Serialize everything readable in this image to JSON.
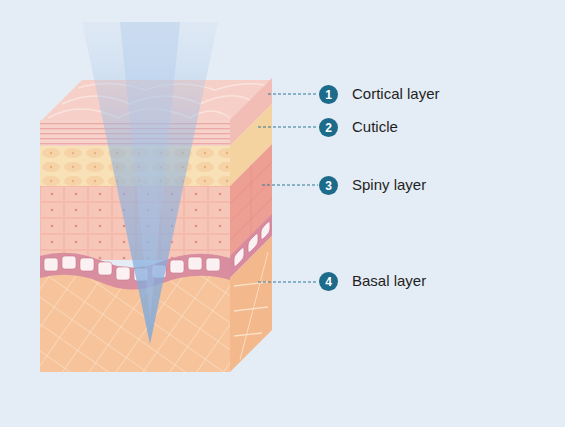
{
  "diagram": {
    "nodes": [
      {
        "text": [
          "1"
        ]
      },
      {
        "text": [
          "2"
        ]
      },
      {
        "text": [
          "3"
        ]
      },
      {
        "text": [
          "4"
        ]
      }
    ],
    "labels": [
      "Cortical layer",
      "Cuticle",
      "Spiny layer",
      "Basal layer"
    ]
  }
}
